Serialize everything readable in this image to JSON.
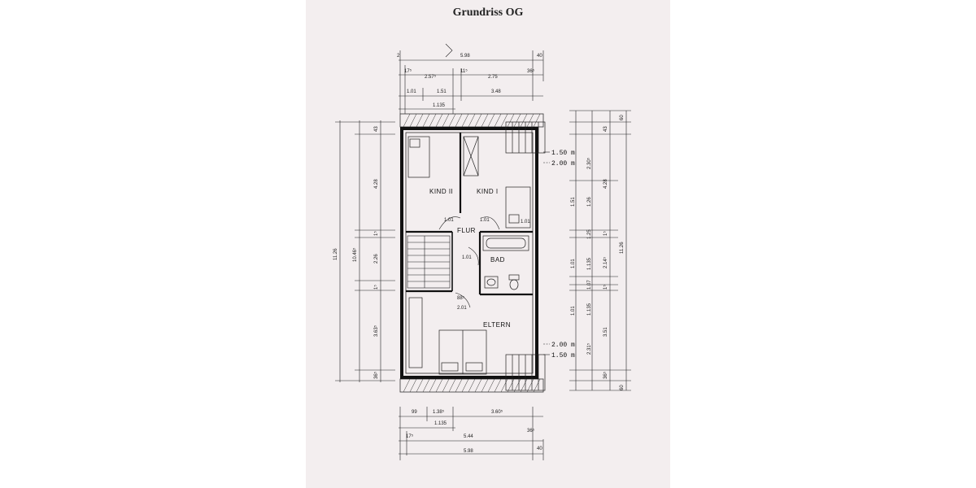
{
  "title": "Grundriss OG",
  "rooms": [
    "KIND II",
    "KIND I",
    "FLUR",
    "BAD",
    "ELTERN"
  ],
  "ceiling_heights": {
    "top": [
      "1.50 m",
      "2.00 m"
    ],
    "bottom": [
      "2.00 m",
      "1.50 m"
    ]
  },
  "dims_top": {
    "row1": [
      "2",
      "5.98",
      "40"
    ],
    "row2": [
      "17⁵",
      "2.57⁵",
      "11⁵",
      "2.75",
      "36⁵"
    ],
    "row3": [
      "1.01",
      "1.51",
      "3.48"
    ],
    "row4": [
      "1.135"
    ]
  },
  "dims_bottom": {
    "row1": [
      "99",
      "1.38⁵",
      "3.60⁵"
    ],
    "row2": [
      "1.135"
    ],
    "row3": [
      "17⁵",
      "5.44",
      "36⁵"
    ],
    "row4": [
      "5.98",
      "40"
    ]
  },
  "dims_left": {
    "total": "11.26",
    "sub": "10.46⁵",
    "parts": [
      "43",
      "4.28",
      "1⁵",
      "2.26",
      "1⁵",
      "3.63⁵",
      "36⁵"
    ]
  },
  "dims_right": {
    "total": "11.26",
    "outer": [
      "60",
      "43",
      "4.28",
      "1⁵",
      "2.14⁵",
      "1⁵",
      "3.51",
      "36⁵",
      "60"
    ],
    "mid": [
      "2.30⁵",
      "1.26",
      "1.25",
      "1.135",
      "1.07",
      "1.135",
      "2.31⁵"
    ],
    "inner": [
      "1.51",
      "1.01",
      "1.01"
    ]
  },
  "door_sizes": [
    "1.01",
    "1.01",
    "1.01",
    "1.01",
    "2.01",
    "88⁵"
  ]
}
